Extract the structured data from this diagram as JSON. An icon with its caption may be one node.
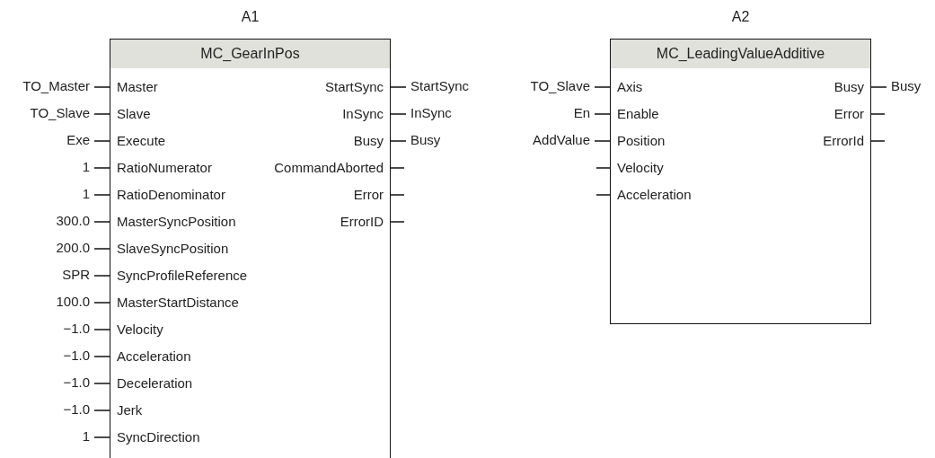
{
  "diagram": {
    "nodes": [
      {
        "text": [
          "A1",
          "MC_GearInPos"
        ]
      },
      {
        "text": [
          "Master"
        ],
        "in": 0
      },
      {
        "text": [
          "Slave"
        ],
        "in": 0
      },
      {
        "text": [
          "Execute"
        ],
        "in": 0
      },
      {
        "text": [
          "RatioNumerator"
        ],
        "in": 0
      },
      {
        "text": [
          "RatioDenominator"
        ],
        "in": 0
      },
      {
        "text": [
          "MasterSyncPosition"
        ],
        "in": 0
      },
      {
        "text": [
          "SlaveSyncPosition"
        ],
        "in": 0
      },
      {
        "text": [
          "SyncProfileReference"
        ],
        "in": 0
      },
      {
        "text": [
          "MasterStartDistance"
        ],
        "in": 0
      },
      {
        "text": [
          "Velocity"
        ],
        "in": 0
      },
      {
        "text": [
          "Acceleration"
        ],
        "in": 0
      },
      {
        "text": [
          "Deceleration"
        ],
        "in": 0
      },
      {
        "text": [
          "Jerk"
        ],
        "in": 0
      },
      {
        "text": [
          "SyncDirection"
        ],
        "in": 0
      },
      {
        "text": [
          "StartSync"
        ],
        "in": 0
      },
      {
        "text": [
          "InSync"
        ],
        "in": 0
      },
      {
        "text": [
          "Busy"
        ],
        "in": 0
      },
      {
        "text": [
          "CommandAborted"
        ],
        "in": 0
      },
      {
        "text": [
          "Error"
        ],
        "in": 0
      },
      {
        "text": [
          "ErrorID"
        ],
        "in": 0
      },
      {
        "text": [
          "TO_Master"
        ]
      },
      {
        "text": [
          "TO_Slave"
        ]
      },
      {
        "text": [
          "Exe"
        ]
      },
      {
        "text": [
          "1"
        ]
      },
      {
        "text": [
          "1"
        ]
      },
      {
        "text": [
          "300.0"
        ]
      },
      {
        "text": [
          "200.0"
        ]
      },
      {
        "text": [
          "SPR"
        ]
      },
      {
        "text": [
          "100.0"
        ]
      },
      {
        "text": [
          "−1.0"
        ]
      },
      {
        "text": [
          "−1.0"
        ]
      },
      {
        "text": [
          "−1.0"
        ]
      },
      {
        "text": [
          "−1.0"
        ]
      },
      {
        "text": [
          "1"
        ]
      },
      {
        "text": [
          "StartSync"
        ]
      },
      {
        "text": [
          "InSync"
        ]
      },
      {
        "text": [
          "Busy"
        ]
      },
      {
        "text": [
          "A2",
          "MC_LeadingValueAdditive"
        ]
      },
      {
        "text": [
          "Axis"
        ],
        "in": 38
      },
      {
        "text": [
          "Enable"
        ],
        "in": 38
      },
      {
        "text": [
          "Position"
        ],
        "in": 38
      },
      {
        "text": [
          "Velocity"
        ],
        "in": 38
      },
      {
        "text": [
          "Acceleration"
        ],
        "in": 38
      },
      {
        "text": [
          "Busy"
        ],
        "in": 38
      },
      {
        "text": [
          "Error"
        ],
        "in": 38
      },
      {
        "text": [
          "ErrorId"
        ],
        "in": 38
      },
      {
        "text": [
          "TO_Slave"
        ]
      },
      {
        "text": [
          "En"
        ]
      },
      {
        "text": [
          "AddValue"
        ]
      },
      {
        "text": [
          "Busy"
        ]
      }
    ],
    "edges": [
      {
        "from": 21,
        "to": 1,
        "arrow": "none"
      },
      {
        "from": 22,
        "to": 2,
        "arrow": "none"
      },
      {
        "from": 23,
        "to": 3,
        "arrow": "none"
      },
      {
        "from": 24,
        "to": 4,
        "arrow": "none"
      },
      {
        "from": 25,
        "to": 5,
        "arrow": "none"
      },
      {
        "from": 26,
        "to": 6,
        "arrow": "none"
      },
      {
        "from": 27,
        "to": 7,
        "arrow": "none"
      },
      {
        "from": 28,
        "to": 8,
        "arrow": "none"
      },
      {
        "from": 29,
        "to": 9,
        "arrow": "none"
      },
      {
        "from": 30,
        "to": 10,
        "arrow": "none"
      },
      {
        "from": 31,
        "to": 11,
        "arrow": "none"
      },
      {
        "from": 32,
        "to": 12,
        "arrow": "none"
      },
      {
        "from": 33,
        "to": 13,
        "arrow": "none"
      },
      {
        "from": 34,
        "to": 14,
        "arrow": "none"
      },
      {
        "from": 15,
        "to": 35,
        "arrow": "none"
      },
      {
        "from": 16,
        "to": 36,
        "arrow": "none"
      },
      {
        "from": 17,
        "to": 37,
        "arrow": "none"
      },
      {
        "from": 18,
        "to": null,
        "arrow": "none"
      },
      {
        "from": 19,
        "to": null,
        "arrow": "none"
      },
      {
        "from": 20,
        "to": null,
        "arrow": "none"
      },
      {
        "from": 47,
        "to": 39,
        "arrow": "none"
      },
      {
        "from": 48,
        "to": 40,
        "arrow": "none"
      },
      {
        "from": 49,
        "to": 41,
        "arrow": "none"
      },
      {
        "from": null,
        "to": 42,
        "arrow": "none"
      },
      {
        "from": null,
        "to": 43,
        "arrow": "none"
      },
      {
        "from": 44,
        "to": 50,
        "arrow": "none"
      },
      {
        "from": 45,
        "to": null,
        "arrow": "none"
      },
      {
        "from": 46,
        "to": null,
        "arrow": "none"
      }
    ]
  }
}
